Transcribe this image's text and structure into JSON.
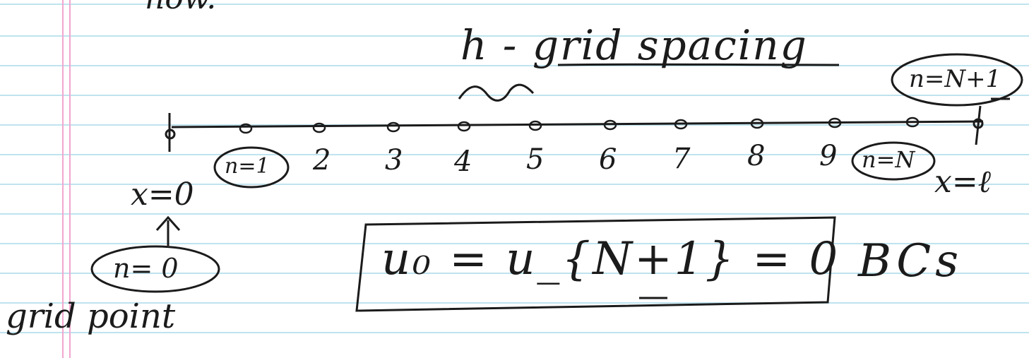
{
  "fragments": {
    "top_partial": "now."
  },
  "heading": {
    "text": "h - grid spacing"
  },
  "labels": {
    "end_left": "x=0",
    "end_right": "x=ℓ",
    "n_first": "n=1",
    "n_last": "n=N",
    "n_final": "n=N+1",
    "n_zero": "n= 0",
    "grid_point": "grid point",
    "bcs": "BCs"
  },
  "grid_numbers": [
    "2",
    "3",
    "4",
    "5",
    "6",
    "7",
    "8",
    "9"
  ],
  "equation": {
    "text": "u₀ = u_{N+1} = 0"
  },
  "colors": {
    "ink": "#1b1b1b",
    "rule_lines": "#bfe3ee",
    "margin_lines": "#f2a6cf"
  }
}
